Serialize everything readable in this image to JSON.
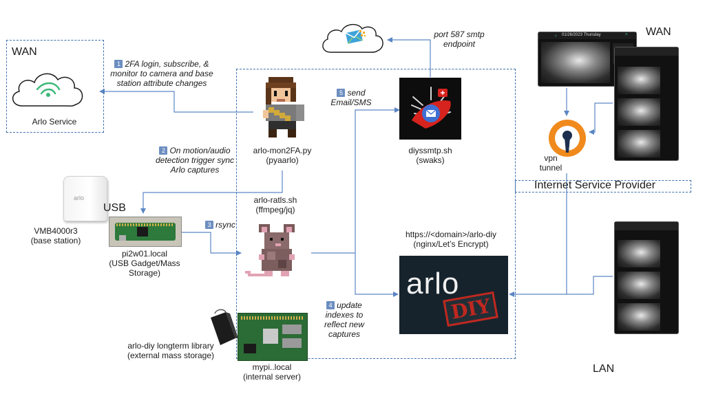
{
  "zones": {
    "wan_left": "WAN",
    "wan_right": "WAN",
    "lan": "LAN",
    "usb": "USB",
    "isp": "Internet Service Provider"
  },
  "nodes": {
    "arlo_service": "Arlo Service",
    "arlo_mon_name": "arlo-mon2FA.py",
    "arlo_mon_sub": "(pyaarlo)",
    "diyssmtp_name": "diyssmtp.sh",
    "diyssmtp_sub": "(swaks)",
    "port_line1": "port 587 smtp",
    "port_line2": "endpoint",
    "vmb_line1": "VMB4000r3",
    "vmb_line2": "(base station)",
    "pi2w_line1": "pi2w01.local",
    "pi2w_line2": "(USB Gadget/Mass",
    "pi2w_line3": "Storage)",
    "ratls_name": "arlo-ratls.sh",
    "ratls_sub": "(ffmpeg/jq)",
    "web_line1": "https://<domain>/arlo-diy",
    "web_line2": "(nginx/Let’s Encrypt)",
    "vpn_line1": "vpn",
    "vpn_line2": "tunnel",
    "library_line1": "arlo-diy longterm library",
    "library_line2": "(external mass storage)",
    "mypi_line1": "mypi..local",
    "mypi_line2": "(internal server)",
    "arlo_logo": "arlo",
    "diy_logo": "DIY",
    "base_logo": "arlo"
  },
  "steps": {
    "s1_num": "1",
    "s1_line1": "2FA login, subscribe, &",
    "s1_line2": "monitor to camera and base",
    "s1_line3": "station attribute changes",
    "s2_num": "2",
    "s2_line1": "On motion/audio",
    "s2_line2": "detection trigger sync",
    "s2_line3": "Arlo captures",
    "s3_num": "3",
    "s3_line1": "rsync",
    "s4_num": "4",
    "s4_line1": "update",
    "s4_line2": "indexes to",
    "s4_line3": "reflect new",
    "s4_line4": "captures",
    "s5_num": "5",
    "s5_line1": "send",
    "s5_line2": "Email/SMS"
  },
  "phone_ui": {
    "date": "01/26/2023 Thursday"
  },
  "colors": {
    "arrow": "#5b86c5",
    "dashed_border": "#3f6fae",
    "badge": "#6c8ec0",
    "vpn_orange": "#f08a1c",
    "arlo_green": "#3cb878",
    "diy_red": "#c0281f",
    "pi_green": "#2d7a3c",
    "ratls_bg": "#ffffff",
    "smtp_bg": "#0d0d0d"
  }
}
